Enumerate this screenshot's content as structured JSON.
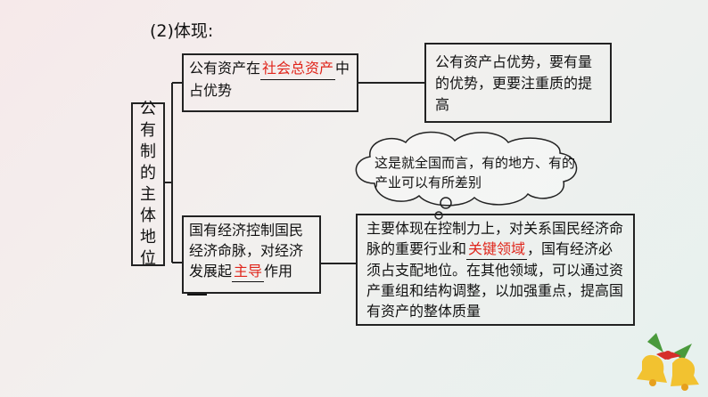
{
  "heading": "(2)体现:",
  "root": {
    "chars": [
      "公",
      "有",
      "制",
      "的",
      "主",
      "体",
      "地",
      "位"
    ]
  },
  "branch1": {
    "pre": "公有资产在",
    "fill": "社会总资产",
    "post": "中占优势",
    "note": "公有资产占优势，要有量的优势，更要注重质的提高"
  },
  "cloud": {
    "text": "这是就全国而言，有的地方、有的产业可以有所差别"
  },
  "branch2": {
    "pre": "国有经济控制国民经济命脉，对经济发展起",
    "fill": "主导",
    "post": "作用",
    "note_pre": "主要体现在控制力上，对关系国民经济命脉的重要行业和",
    "note_fill": "关键领域",
    "note_post": "，国有经济必须占支配地位。在其他领域，可以通过资产重组和结构调整，以加强重点，提高国有资产的整体质量"
  },
  "colors": {
    "fill_text": "#e0251b",
    "border": "#222222"
  }
}
